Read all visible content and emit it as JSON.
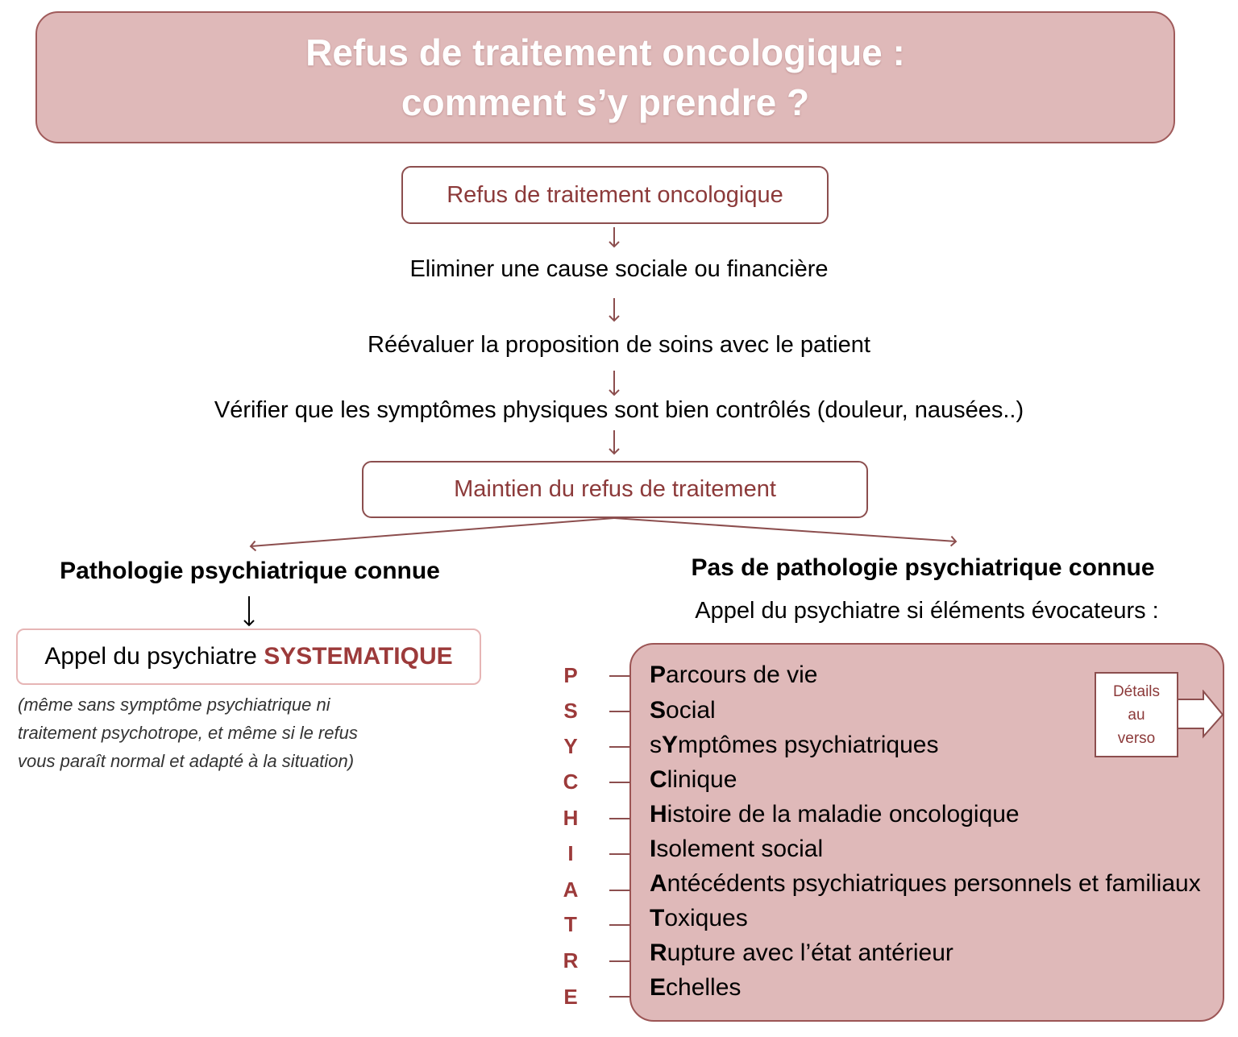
{
  "title": {
    "line1": "Refus de traitement oncologique :",
    "line2": "comment s’y prendre ?"
  },
  "flow": {
    "start": "Refus de traitement oncologique",
    "steps": [
      "Eliminer une cause sociale ou financière",
      "Réévaluer la proposition de soins avec le patient",
      "Vérifier que les symptômes physiques sont bien contrôlés (douleur, nausées..)"
    ],
    "decision": "Maintien du refus de traitement"
  },
  "left_branch": {
    "heading": "Pathologie psychiatrique connue",
    "call_prefix": "Appel du psychiatre ",
    "call_emphasis": "SYSTEMATIQUE",
    "note_lines": [
      "(même sans symptôme psychiatrique ni",
      "traitement psychotrope, et même si le refus",
      "vous paraît normal et adapté à la situation)"
    ]
  },
  "right_branch": {
    "heading": "Pas de pathologie psychiatrique connue",
    "subheading": "Appel du psychiatre si éléments évocateurs :",
    "details_lines": [
      "Détails",
      "au",
      "verso"
    ],
    "acronym": [
      {
        "letter": "P",
        "pre": "",
        "key": "P",
        "rest": "arcours de vie"
      },
      {
        "letter": "S",
        "pre": "",
        "key": "S",
        "rest": "ocial"
      },
      {
        "letter": "Y",
        "pre": "s",
        "key": "Y",
        "rest": "mptômes psychiatriques"
      },
      {
        "letter": "C",
        "pre": "",
        "key": "C",
        "rest": "linique"
      },
      {
        "letter": "H",
        "pre": "",
        "key": "H",
        "rest": "istoire de la maladie oncologique"
      },
      {
        "letter": "I",
        "pre": "",
        "key": "I",
        "rest": "solement social"
      },
      {
        "letter": "A",
        "pre": "",
        "key": "A",
        "rest": "ntécédents psychiatriques personnels et familiaux"
      },
      {
        "letter": "T",
        "pre": "",
        "key": "T",
        "rest": "oxiques"
      },
      {
        "letter": "R",
        "pre": "",
        "key": "R",
        "rest": "upture avec l’état antérieur"
      },
      {
        "letter": "E",
        "pre": "",
        "key": "E",
        "rest": "chelles"
      }
    ]
  },
  "colors": {
    "rose_fill": "#dfb9b9",
    "dark_red": "#8c3a3a",
    "acronym_red": "#9c3a3a"
  }
}
